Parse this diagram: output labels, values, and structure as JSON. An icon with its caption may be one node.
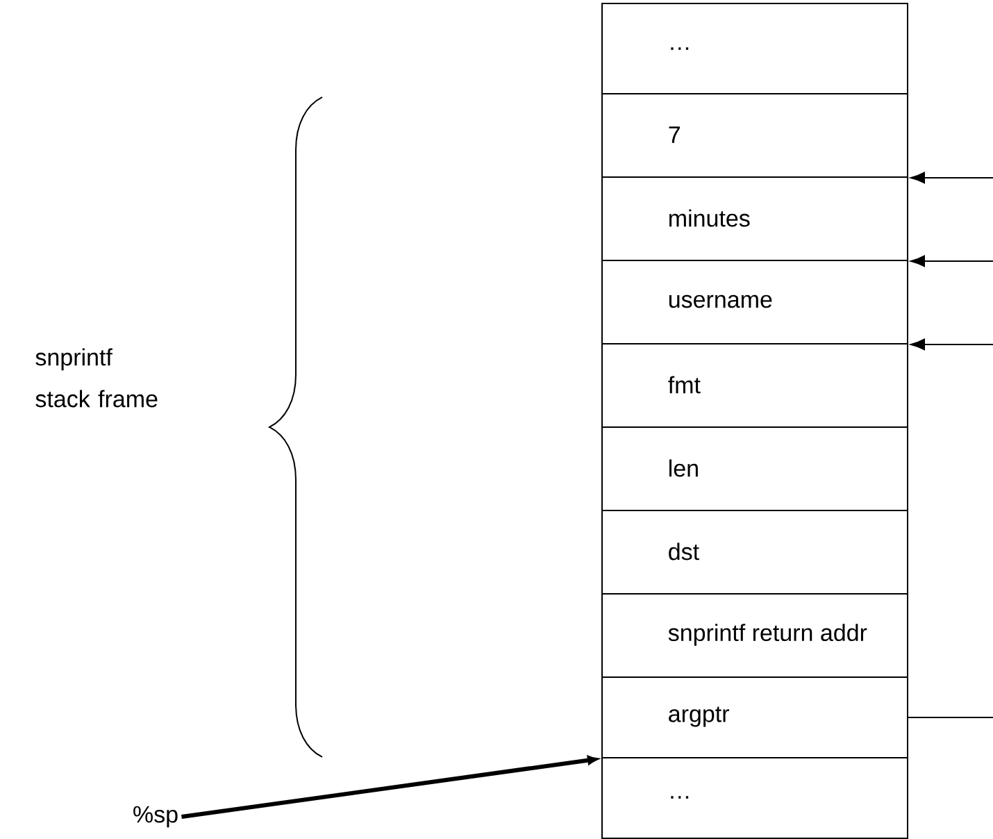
{
  "diagram": {
    "nodes": [
      {
        "text": [
          "…"
        ]
      },
      {
        "text": [
          "7"
        ]
      },
      {
        "text": [
          "minutes"
        ]
      },
      {
        "text": [
          "username"
        ]
      },
      {
        "text": [
          "fmt"
        ]
      },
      {
        "text": [
          "len"
        ]
      },
      {
        "text": [
          "dst"
        ]
      },
      {
        "text": [
          "snprintf return addr"
        ]
      },
      {
        "text": [
          "argptr"
        ]
      },
      {
        "text": [
          "…"
        ]
      },
      {
        "text": [
          "%sp"
        ]
      }
    ],
    "edges": [
      {
        "from": 10,
        "to": 8,
        "arrow": "to",
        "style": "thick"
      },
      {
        "from": null,
        "to": 1,
        "arrow": "to"
      },
      {
        "from": null,
        "to": 2,
        "arrow": "to"
      },
      {
        "from": null,
        "to": 3,
        "arrow": "to"
      },
      {
        "from": 8,
        "to": null,
        "arrow": "none"
      }
    ],
    "labels": [
      "snprintf stack frame"
    ]
  }
}
